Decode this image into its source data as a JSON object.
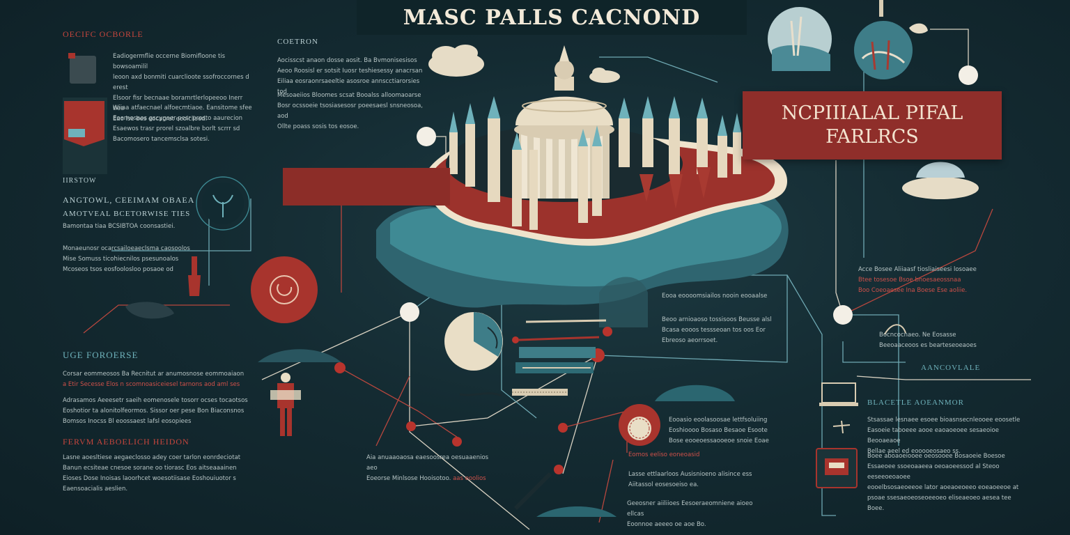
{
  "title": "MASC PALLS CACNOND",
  "banner": {
    "line1": "NCPIIIALAL PIFAL",
    "line2": "FARLRCS"
  },
  "left": {
    "heading1": "OECIFC OCBORLE",
    "p1": [
      "Eadiogermflie occerne Biomifloone tis bowsoamilil",
      "leoon axd bonmiti cuarclioote ssofroccornes d erest",
      "Elsoor fisr becnaae borarnrtlerlopeeoo Inerr tlee",
      "Eao lse bes eocacrat ecoiclised."
    ],
    "p2": [
      "Wiiaa atfaecnael alfoecmtiaoe. Eansitome sfee",
      "Eoernosaos gscygaer pesr prosto aaurecion",
      "Esaewos trasr prorel szoalbre borlt scrrr sd",
      "Bacomosero tancemsclsa sotesi."
    ],
    "heading2": "IIRSTOW",
    "heading3": "ANGTOWL, CEEIMAM OBAEA",
    "heading4": "AMOTVEAL BCETORWISE TIES",
    "p3": [
      "Bamontaa tiaa BCSIBTOA coonsastiei."
    ],
    "p4": [
      "Monaeunosr ocarcsailoeaeclsma caosoolos",
      "Mise Somuss ticohiecnilos psesunoalos",
      "Mcoseos tsos eosfoolosloo posaoe od"
    ],
    "heading5": "UGE FOROERSE",
    "p5": [
      "Corsar eommeosos Ba Recnitut ar anumosnose eommoaiaon",
      "a Etir Secesse Elos n scomnoasiceiesel tarnons aod aml ses",
      "Adrasamos Aeeesetr saeih eomenosele tosorr ocses tocaotsos",
      "Eoshotior ta alonitolfeormos. Sissor oer pese Bon Biaconsnos",
      "Bomsos Inocss Bl eoossaest lafsl eosopiees"
    ],
    "heading6": "FERVM AEBOELICH HEIDON",
    "p6": [
      "Lasne aoesltiese aegaeclosso adey coer tarlon eonrdeciotat",
      "Banun ecsiteae cnesoe sorane oo tiorasc Eos aitseaaainen",
      "Eioses Dose Inoisas laoorhcet woesotiisase Eoshouiuotor s",
      "Eaensoacialis aeslien."
    ]
  },
  "center_top": {
    "heading": "COETRON",
    "p1": [
      "Aocisscst anaon dosse aosit. Ba Bvmonisesisos",
      "Aeoo Roosisl er sotsit Iuosr teshiesessy anacrsan",
      "Eiliaa eosraonrsaeeltie asosroe annscctiarorsies tod"
    ],
    "p2": [
      "Mesoaeiios Bloomes scsat Booalss alloomaoarse",
      "Bosr ocssoeie tsosiasesosr poeesaesl snsneosoa, aod",
      "Ollte poass sosis tos eosoe."
    ]
  },
  "center": {
    "p1": [
      "Eooa eoooomsiailos nooin eooaalse"
    ],
    "p2": [
      "Beoo arnioaoso tossisoos Beusse alsl",
      "Bcasa eooos tessseoan tos oos Eor",
      "Ebreoso aeorrsoet."
    ],
    "p3": [
      "Aia anuaaoaosa eaesoosrea oesuaaenios aeo",
      "Eoeorse Minlsose Hooisotoo."
    ],
    "p3_hl": "aas eoolios",
    "p4": [
      "Eooasio eoolasoosae lettfsoluiing",
      "Eoshioooo Bosaso Besaoe Esoote",
      "Bose eooeoessaooeoe snoie Eoae"
    ],
    "p5": "Eomos eeliso eoneoasid",
    "p6": [
      "Lasse ettlaarloos Ausisnioeno alisince ess",
      "Aiitassol eosesoeiso ea."
    ],
    "p7": [
      "Geeosner aiiliioes Eesoeraeomniene aioeo ellcas",
      "Eoonnoe aeeeo oe aoe Bo."
    ]
  },
  "right": {
    "p1": [
      "Acce Bosee Aliiaasf tiosliaiseesi losoaee",
      "Btee tosesoe Bsoe bnoesaeossnaa",
      "Boo Coeoaesee Ina Boese Ese aoliie."
    ],
    "p2": [
      "Bocncocnaeo. Ne Eosasse",
      "Beeoaaceoos es bearteseoeaoes"
    ],
    "heading1": "AANCOVLALE",
    "heading2": "BLACETLE AOEANMOR",
    "p3": [
      "Stsassae lesnaee esoee bioasnsecnleooee eoosetle",
      "Easoeie taboeee aooe eaoaoeoee sesaeoioe Beooaeaoe",
      "Bellae aeel ed eooooeosaeo ss."
    ],
    "p4": [
      "Boee aboaoeiooee oeosooee Bosaoeie Boesoe",
      "Essaeoee ssoeoaaeea oeoaoeessod al Steoo eeseeoeoaoee",
      "eooelbsosaeoeeoe lator aoeaoeoeeo eoeaoeeoe at",
      "psoae ssesaeoeoseoeeoeo eliseaeoeo aesea tee Boee."
    ]
  }
}
